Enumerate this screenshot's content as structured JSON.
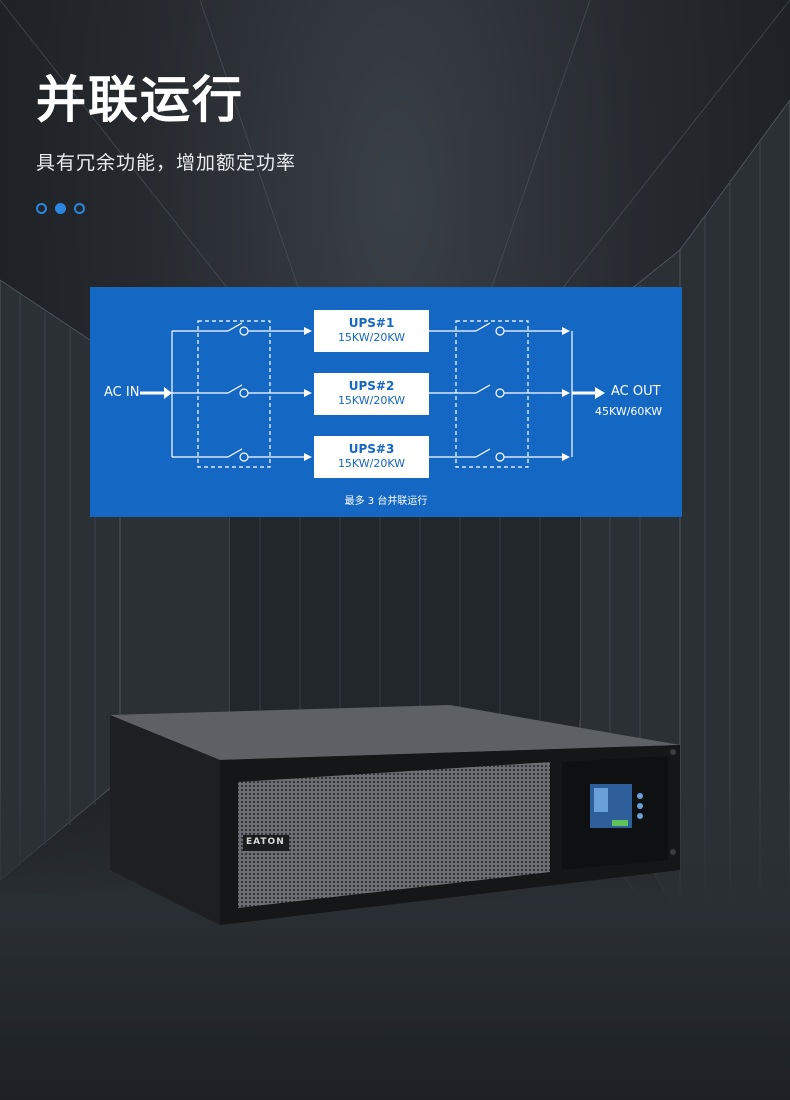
{
  "header": {
    "title": "并联运行",
    "subtitle": "具有冗余功能，增加额定功率"
  },
  "pagination": {
    "count": 3,
    "active_index": 1
  },
  "diagram": {
    "input_label": "AC IN",
    "output_label": "AC OUT",
    "output_capacity": "45KW/60KW",
    "units": [
      {
        "name": "UPS#1",
        "capacity": "15KW/20KW"
      },
      {
        "name": "UPS#2",
        "capacity": "15KW/20KW"
      },
      {
        "name": "UPS#3",
        "capacity": "15KW/20KW"
      }
    ],
    "caption": "最多 3 台并联运行"
  },
  "device": {
    "brand": "EATON"
  },
  "colors": {
    "accent": "#2a86e0",
    "diagram_bg": "#1567c4",
    "box_text": "#1567c4"
  }
}
